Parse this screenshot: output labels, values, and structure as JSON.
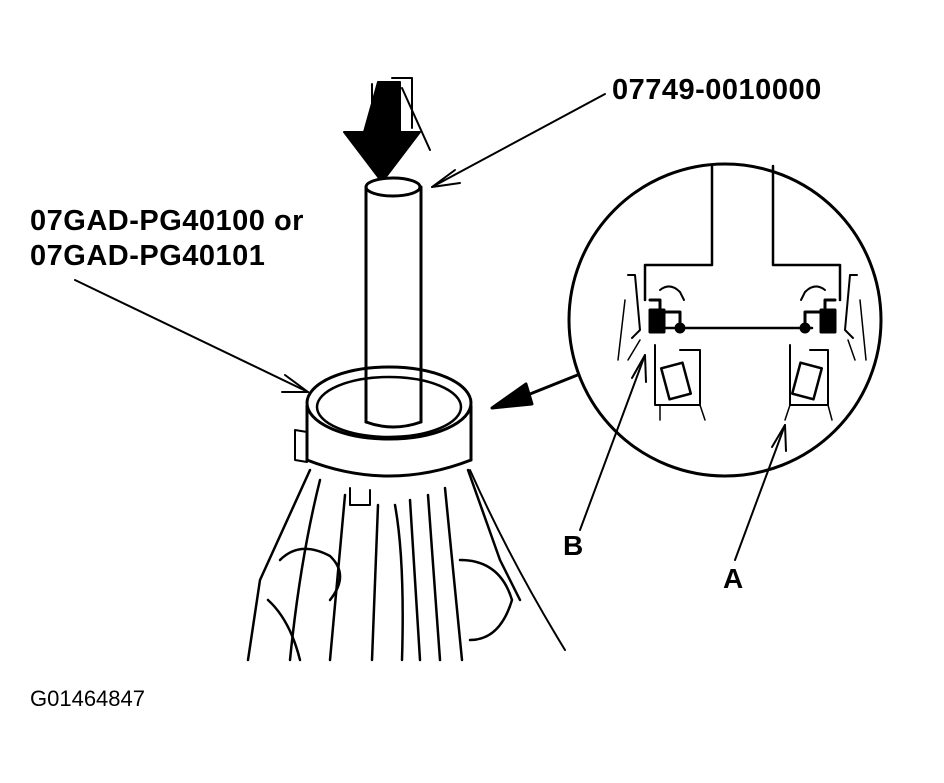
{
  "labels": {
    "tool_top": "07749-0010000",
    "tool_left_line1": "07GAD-PG40100 or",
    "tool_left_line2": "07GAD-PG40101",
    "part_a": "A",
    "part_b": "B",
    "figure_id": "G01464847"
  },
  "colors": {
    "ink": "#000000",
    "paper": "#ffffff"
  }
}
